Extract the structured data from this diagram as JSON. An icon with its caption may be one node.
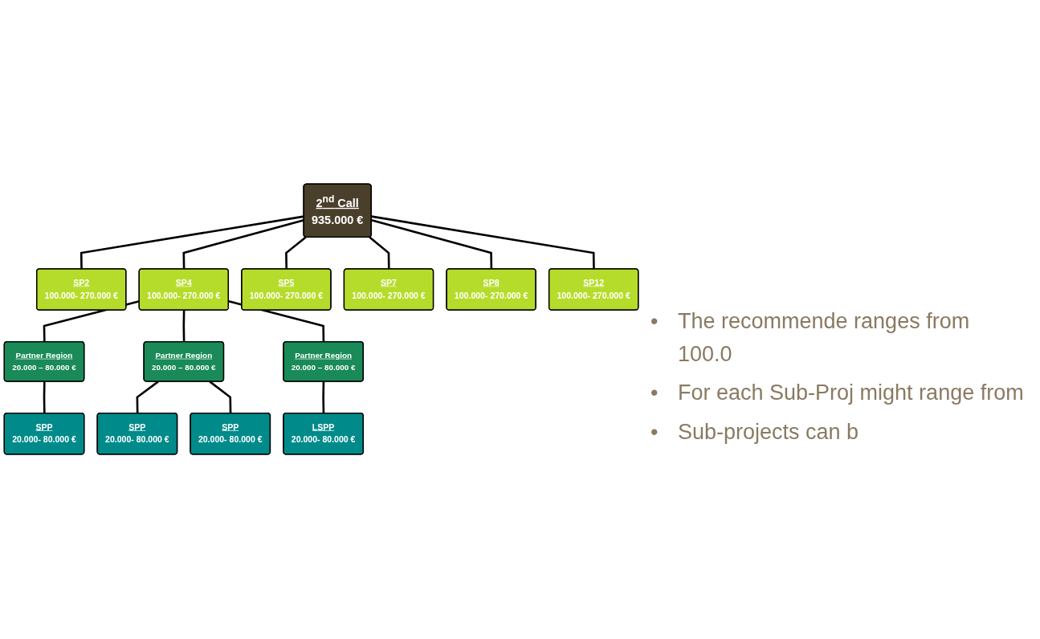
{
  "diagram": {
    "nodes": [
      {
        "text": [
          "2$^{nd}$ Call",
          "935.000 €"
        ]
      },
      {
        "text": [
          "SP2",
          "100.000- 270.000 €"
        ]
      },
      {
        "text": [
          "SP4",
          "100.000- 270.000 €"
        ]
      },
      {
        "text": [
          "SP5",
          "100.000- 270.000 €"
        ]
      },
      {
        "text": [
          "SP7",
          "100.000- 270.000 €"
        ]
      },
      {
        "text": [
          "SP8",
          "100.000- 270.000 €"
        ]
      },
      {
        "text": [
          "SP12",
          "100.000- 270.000 €"
        ]
      },
      {
        "text": [
          "Partner Region",
          "20.000 – 80.000 €"
        ]
      },
      {
        "text": [
          "Partner Region",
          "20.000 – 80.000 €"
        ]
      },
      {
        "text": [
          "Partner Region",
          "20.000 – 80.000 €"
        ]
      },
      {
        "text": [
          "SPP",
          "20.000- 80.000 €"
        ]
      },
      {
        "text": [
          "SPP",
          "20.000- 80.000 €"
        ]
      },
      {
        "text": [
          "SPP",
          "20.000- 80.000 €"
        ]
      },
      {
        "text": [
          "LSPP",
          "20.000- 80.000 €"
        ]
      }
    ],
    "edges": [
      {
        "from": 0,
        "to": 1,
        "arrow": "none"
      },
      {
        "from": 0,
        "to": 2,
        "arrow": "none"
      },
      {
        "from": 0,
        "to": 3,
        "arrow": "none"
      },
      {
        "from": 0,
        "to": 4,
        "arrow": "none"
      },
      {
        "from": 0,
        "to": 5,
        "arrow": "none"
      },
      {
        "from": 0,
        "to": 6,
        "arrow": "none"
      },
      {
        "from": 2,
        "to": 7,
        "arrow": "none"
      },
      {
        "from": 2,
        "to": 8,
        "arrow": "none"
      },
      {
        "from": 2,
        "to": 9,
        "arrow": "none"
      },
      {
        "from": 7,
        "to": 10,
        "arrow": "none"
      },
      {
        "from": 8,
        "to": 11,
        "arrow": "none"
      },
      {
        "from": 8,
        "to": 12,
        "arrow": "none"
      },
      {
        "from": 9,
        "to": 13,
        "arrow": "none"
      }
    ],
    "labels": [
      "•",
      "The recommende ranges from 100.0",
      "•",
      "For each Sub-Proj might range from",
      "•",
      "Sub-projects can b"
    ]
  }
}
